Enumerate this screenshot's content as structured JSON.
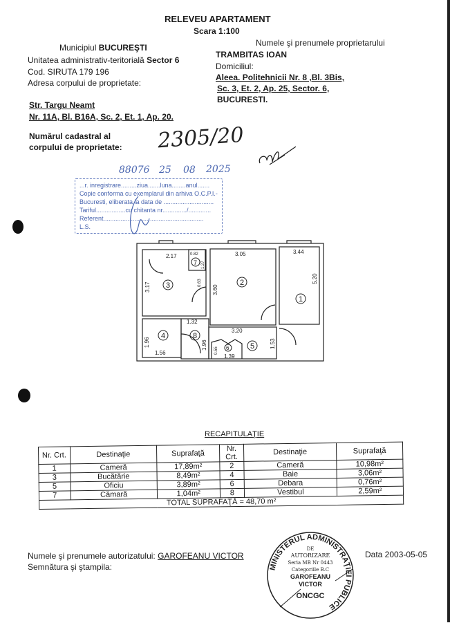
{
  "header": {
    "title": "RELEVEU APARTAMENT",
    "scale": "Scara 1:100"
  },
  "left_block": {
    "municipiul_label": "Municipiul",
    "municipiul": "BUCUREŞTI",
    "uat_label": "Unitatea administrativ-teritorială",
    "uat": "Sector 6",
    "siruta": "Cod. SIRUTA 179 196",
    "address_label": "Adresa corpului de proprietate:",
    "address_line1": "Str. Targu Neamt",
    "address_line2": "Nr. 11A, Bl. B16A, Sc. 2, Et. 1, Ap. 20.",
    "cadastral_label_1": "Numărul cadastral al",
    "cadastral_label_2": "corpului de proprietate:",
    "cadastral_number": "2305/20"
  },
  "right_block": {
    "owner_label": "Numele şi prenumele proprietarului",
    "owner": "TRAMBITAS IOAN",
    "domicile_label": "Domiciliul:",
    "domicile_line1": "Aleea. Politehnicii Nr. 8 ,Bl. 3Bis,",
    "domicile_line2": "Sc. 3, Et. 2, Ap. 25, Sector. 6,",
    "domicile_line3": "BUCURESTI."
  },
  "ocpi_stamp": {
    "line1": "...r. inregistrare.........ziua.......luna........anul.......",
    "line2": "Copie conforma cu exemplarul din arhiva O.C.P.I.-",
    "line3": "Bucuresti, eliberata la data de .............................",
    "line4": "Tariful.................cu chitanta nr............../.............",
    "line5": "Referent..........................................................",
    "line6": "L.S.",
    "handwritten_reg": "88076",
    "handwritten_day": "25",
    "handwritten_month": "08",
    "handwritten_year": "2025"
  },
  "floor_plan": {
    "rooms": [
      "1",
      "2",
      "3",
      "4",
      "5",
      "6",
      "7",
      "8"
    ],
    "dimensions": {
      "d_2_17": "2.17",
      "d_0_82": "0.82",
      "d_1_27": "1.27",
      "d_3_05": "3.05",
      "d_3_44": "3.44",
      "d_3_17": "3.17",
      "d_0_63": "0.63",
      "d_3_60": "3.60",
      "d_5_20": "5.20",
      "d_1_32": "1.32",
      "d_3_20": "3.20",
      "d_1_96a": "1.96",
      "d_1_96b": "1.96",
      "d_1_53": "1.53",
      "d_0_55": "0.55",
      "d_1_56": "1.56",
      "d_1_39": "1.39"
    }
  },
  "recap": {
    "title": "RECAPITULAŢIE",
    "headers": [
      "Nr. Crt.",
      "Destinaţie",
      "Suprafaţă",
      "Nr. Crt.",
      "Destinaţie",
      "Suprafaţă"
    ],
    "rows": [
      {
        "nr_a": "1",
        "dest_a": "Cameră",
        "area_a": "17,89m²",
        "nr_b": "2",
        "dest_b": "Cameră",
        "area_b": "10,98m²"
      },
      {
        "nr_a": "3",
        "dest_a": "Bucătărie",
        "area_a": "8,49m²",
        "nr_b": "4",
        "dest_b": "Baie",
        "area_b": "3,06m²"
      },
      {
        "nr_a": "5",
        "dest_a": "Oficiu",
        "area_a": "3,89m²",
        "nr_b": "6",
        "dest_b": "Debara",
        "area_b": "0,76m²"
      },
      {
        "nr_a": "7",
        "dest_a": "Cămară",
        "area_a": "1,04m²",
        "nr_b": "8",
        "dest_b": "Vestibul",
        "area_b": "2,59m²"
      }
    ],
    "total": "TOTAL SUPRAFAŢĂ = 48,70 m²"
  },
  "footer": {
    "authorized_label": "Numele şi prenumele autorizatului:",
    "authorized_name": "GAROFEANU VICTOR",
    "signature_label": "Semnătura şi ştampila:",
    "date": "Data 2003-05-05"
  },
  "seal": {
    "ring_text": "MINISTERUL ADMINISTRAŢIEI PUBLICE",
    "bottom": "ONCGC",
    "line1": "DE",
    "line2": "AUTORIZARE",
    "line3": "Seria MB Nr 0443",
    "line4": "Categoriile B.C",
    "line5": "GAROFEANU",
    "line6": "VICTOR"
  }
}
